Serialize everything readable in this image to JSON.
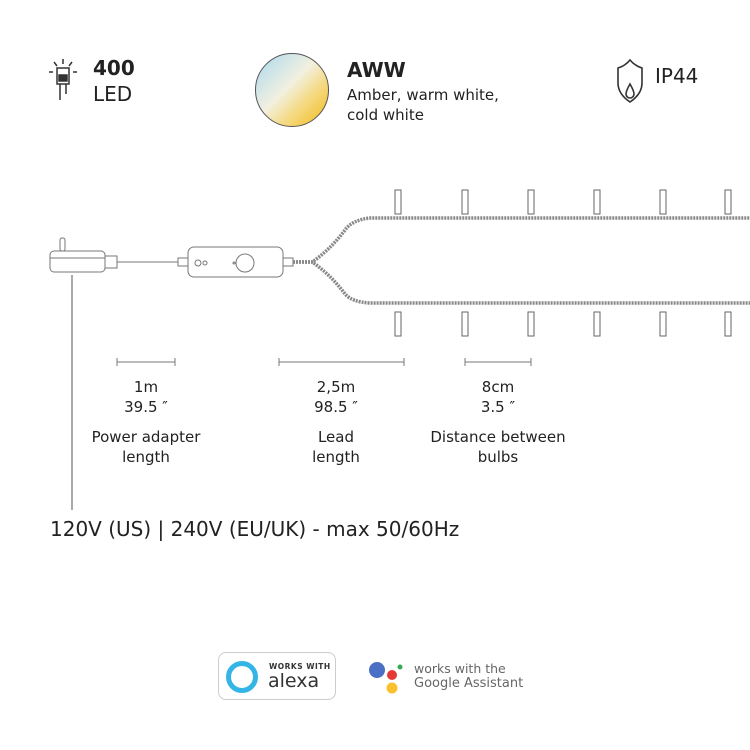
{
  "specs": {
    "led_count": "400",
    "led_label": "LED",
    "color_title": "AWW",
    "color_desc_line1": "Amber, warm white,",
    "color_desc_line2": "cold white",
    "ip_rating": "IP44"
  },
  "measurements": [
    {
      "metric": "1m",
      "imperial": "39.5 ″",
      "label1": "Power adapter",
      "label2": "length"
    },
    {
      "metric": "2,5m",
      "imperial": "98.5 ″",
      "label1": "Lead",
      "label2": "length"
    },
    {
      "metric": "8cm",
      "imperial": "3.5 ″",
      "label1": "Distance between",
      "label2": "bulbs"
    }
  ],
  "voltage": "120V (US) | 240V (EU/UK) - max 50/60Hz",
  "badges": {
    "alexa_top": "WORKS WITH",
    "alexa_bottom": "alexa",
    "google_top": "works with the",
    "google_bottom": "Google Assistant"
  },
  "colors": {
    "alexa": "#35b5e6",
    "google_blue": "#4a6fc4",
    "google_red": "#e53935",
    "google_yellow": "#fbc02d",
    "google_green": "#34a853"
  }
}
